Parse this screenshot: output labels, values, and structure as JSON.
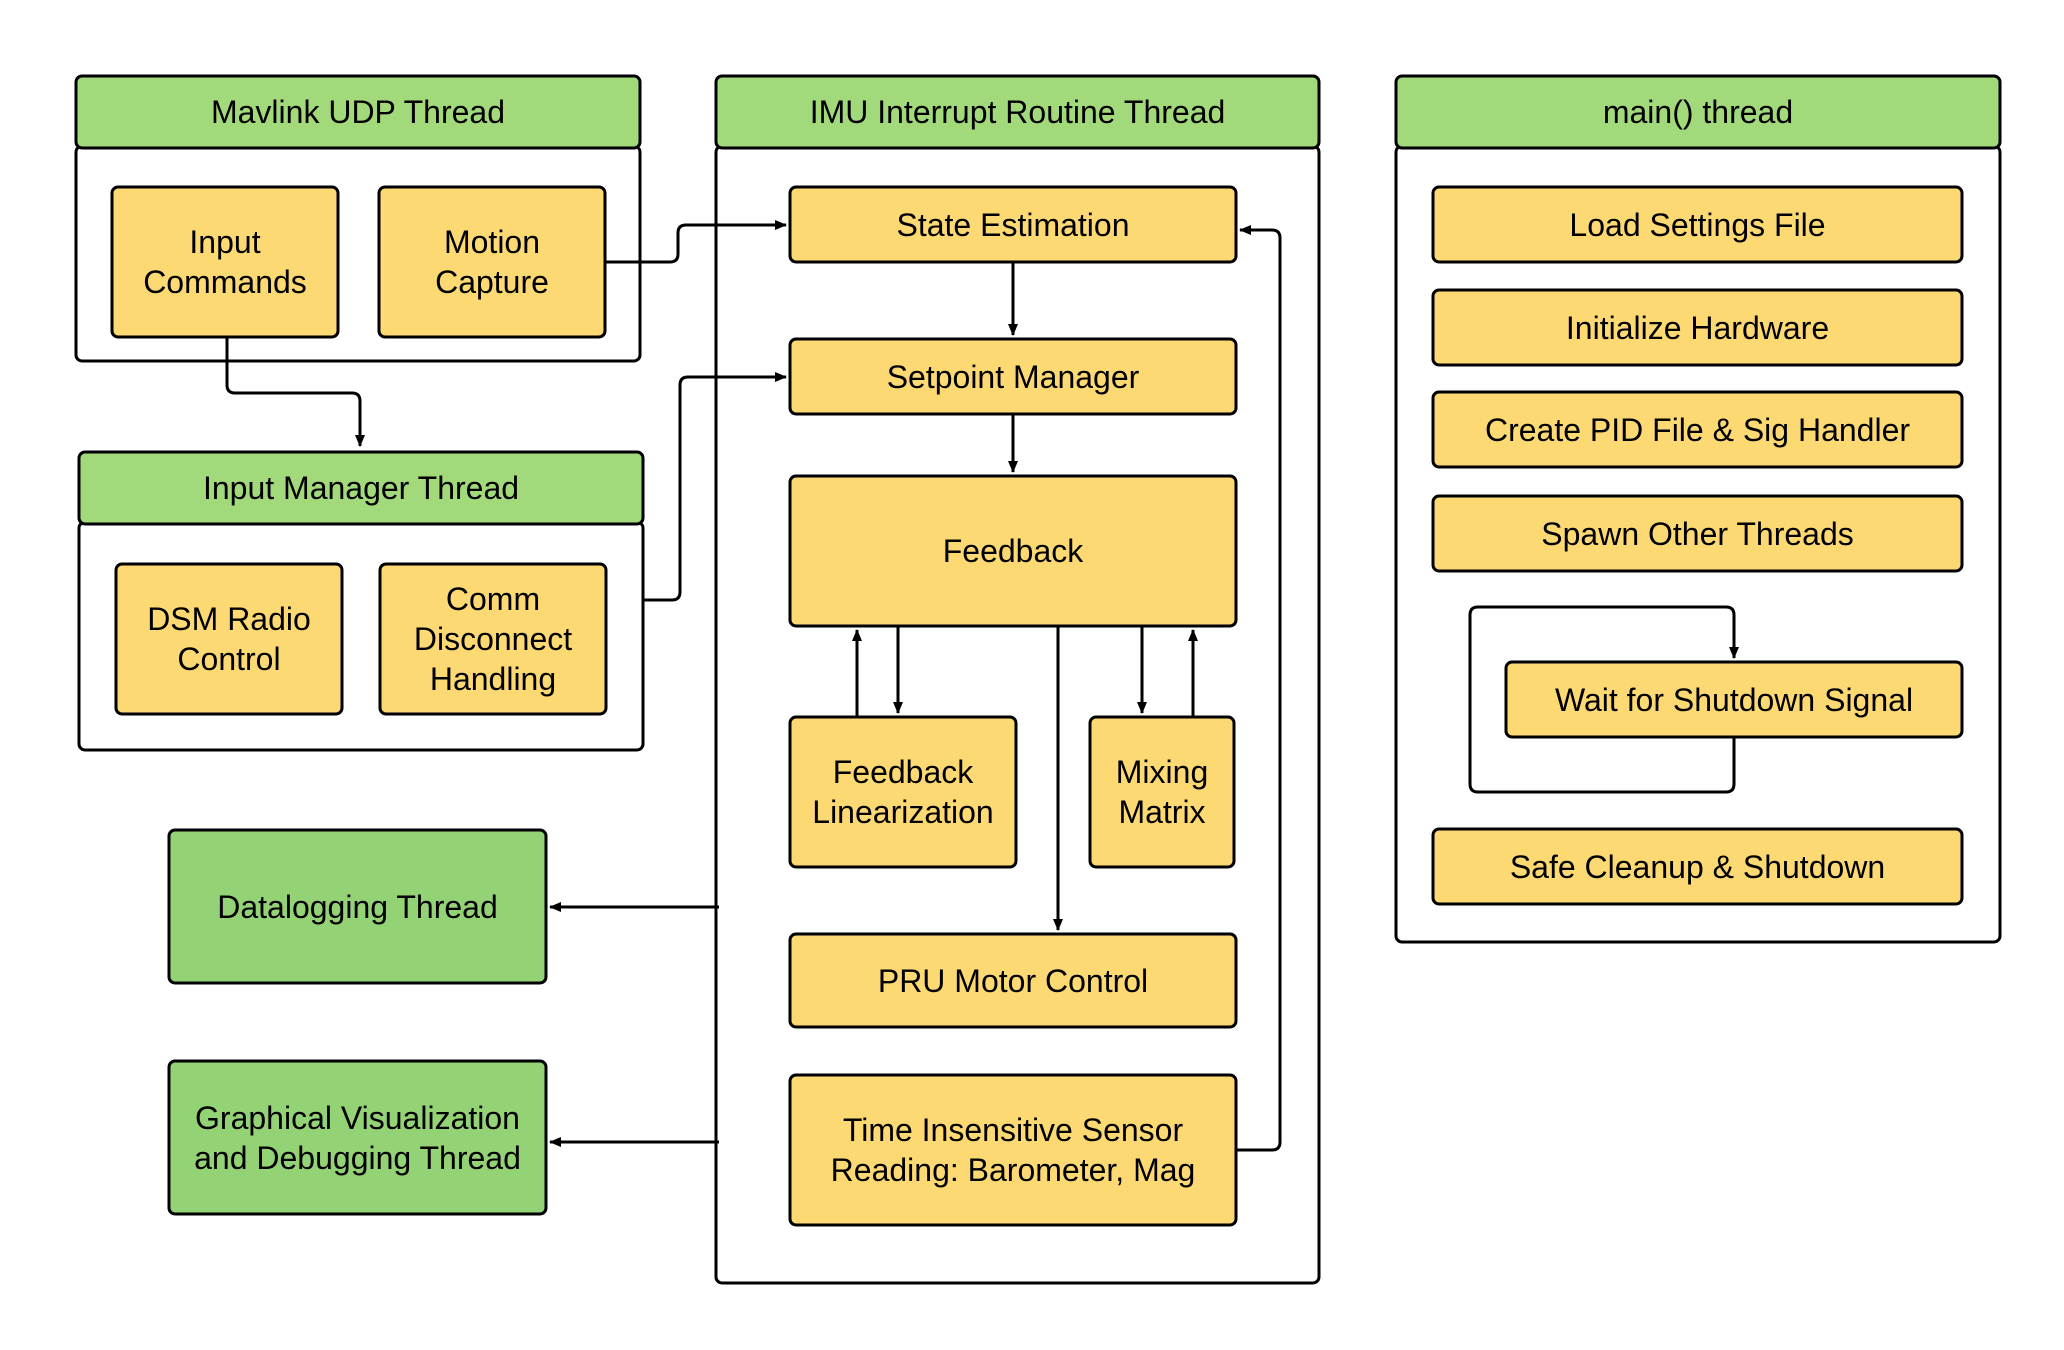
{
  "colors": {
    "header_green": "#a2d97a",
    "block_green": "#93d275",
    "block_yellow": "#fdd973",
    "outline": "#000000",
    "background": "#ffffff"
  },
  "threads": {
    "mavlink": {
      "title": "Mavlink UDP Thread",
      "input_commands": "Input\nCommands",
      "motion_capture": "Motion\nCapture"
    },
    "input_manager": {
      "title": "Input Manager Thread",
      "dsm_radio": "DSM Radio\nControl",
      "comm_disconnect": "Comm\nDisconnect\nHandling"
    },
    "imu": {
      "title": "IMU Interrupt Routine Thread",
      "state_estimation": "State Estimation",
      "setpoint_manager": "Setpoint Manager",
      "feedback": "Feedback",
      "feedback_linearization": "Feedback\nLinearization",
      "mixing_matrix": "Mixing\nMatrix",
      "pru_motor_control": "PRU Motor Control",
      "sensor_reading": "Time Insensitive Sensor\nReading: Barometer, Mag"
    },
    "datalogging": {
      "title": "Datalogging Thread"
    },
    "visualization": {
      "title": "Graphical Visualization\nand Debugging Thread"
    },
    "main": {
      "title": "main() thread",
      "load_settings": "Load Settings File",
      "initialize_hardware": "Initialize Hardware",
      "create_pid": "Create PID File & Sig Handler",
      "spawn_threads": "Spawn Other Threads",
      "wait_shutdown": "Wait for Shutdown Signal",
      "safe_cleanup": "Safe Cleanup & Shutdown"
    }
  }
}
